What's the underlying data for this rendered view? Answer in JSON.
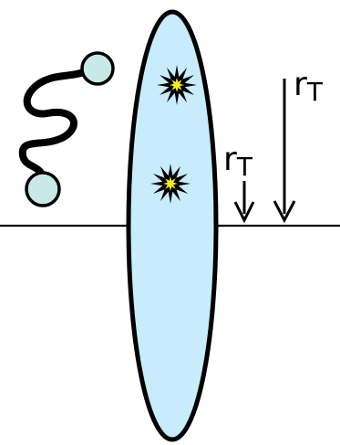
{
  "colors": {
    "ellipse_fill": "#c8ecfb",
    "ball_fill": "#c9e8e8",
    "star_fill": "#000000",
    "star_core": "#f4ee1a",
    "line": "#000000"
  },
  "labels": {
    "rt_far": {
      "main": "r",
      "sub": "T"
    },
    "rt_near": {
      "main": "r",
      "sub": "T"
    }
  },
  "icons": {
    "molecule": "dumbbell-squiggle-icon",
    "star_upper": "starburst-icon",
    "star_lower": "starburst-icon"
  }
}
